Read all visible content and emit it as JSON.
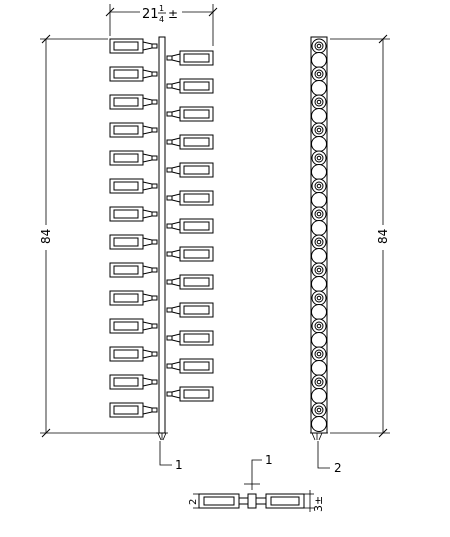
{
  "dimensions": {
    "width_label": "21",
    "width_fraction_num": "1",
    "width_fraction_den": "4",
    "width_suffix": "±",
    "height_label_front": "84",
    "height_label_side": "84",
    "detail_small_label": "2",
    "detail_right_label": "3±"
  },
  "callouts": {
    "front_post": "1",
    "side_post": "2",
    "detail_post": "1"
  },
  "bottles": {
    "left_rows": 14,
    "right_rows": 13,
    "side_rows": 14
  }
}
